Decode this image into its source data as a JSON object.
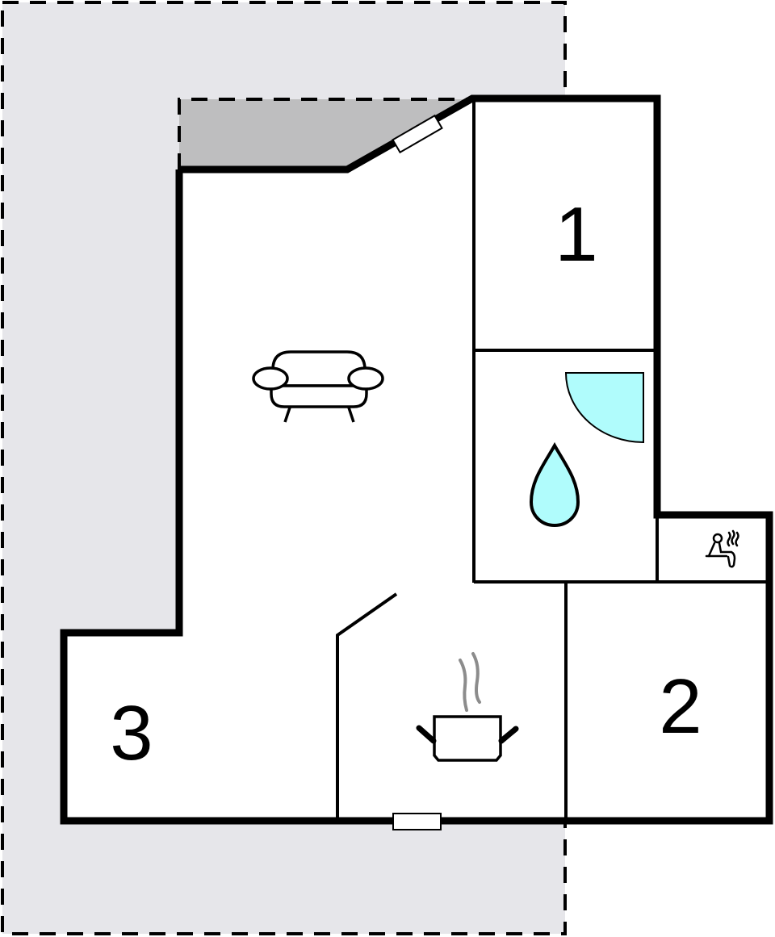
{
  "diagram": {
    "type": "floor-plan",
    "colors": {
      "plot_fill": "#e6e6ea",
      "terrace_fill": "#bebebf",
      "wall": "#000000",
      "water_fill": "#b0fcfc",
      "steam": "#8c8c8c",
      "interior": "#ffffff"
    },
    "rooms": [
      {
        "id": "bedroom-1",
        "label": "1"
      },
      {
        "id": "bedroom-2",
        "label": "2"
      },
      {
        "id": "bedroom-3",
        "label": "3"
      },
      {
        "id": "living-room",
        "icon": "sofa-icon"
      },
      {
        "id": "bathroom",
        "icons": [
          "shower-icon",
          "water-drop-icon"
        ]
      },
      {
        "id": "sauna",
        "icon": "sauna-icon"
      },
      {
        "id": "kitchen",
        "icon": "cooking-pot-icon"
      },
      {
        "id": "terrace",
        "fill": "covered"
      }
    ],
    "windows": [
      "diagonal-window",
      "bottom-window"
    ]
  }
}
